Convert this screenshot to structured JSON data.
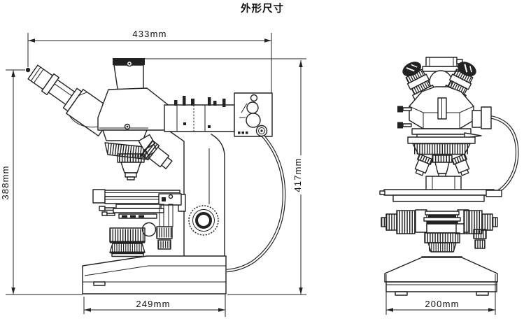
{
  "title": "外形尺寸",
  "colors": {
    "ink": "#222222",
    "background": "#ffffff"
  },
  "dimensions": {
    "side_view": {
      "overall_width": "433mm",
      "height_to_eyepiece": "388mm",
      "overall_height": "417mm",
      "base_depth": "249mm"
    },
    "front_view": {
      "base_width": "200mm"
    }
  }
}
